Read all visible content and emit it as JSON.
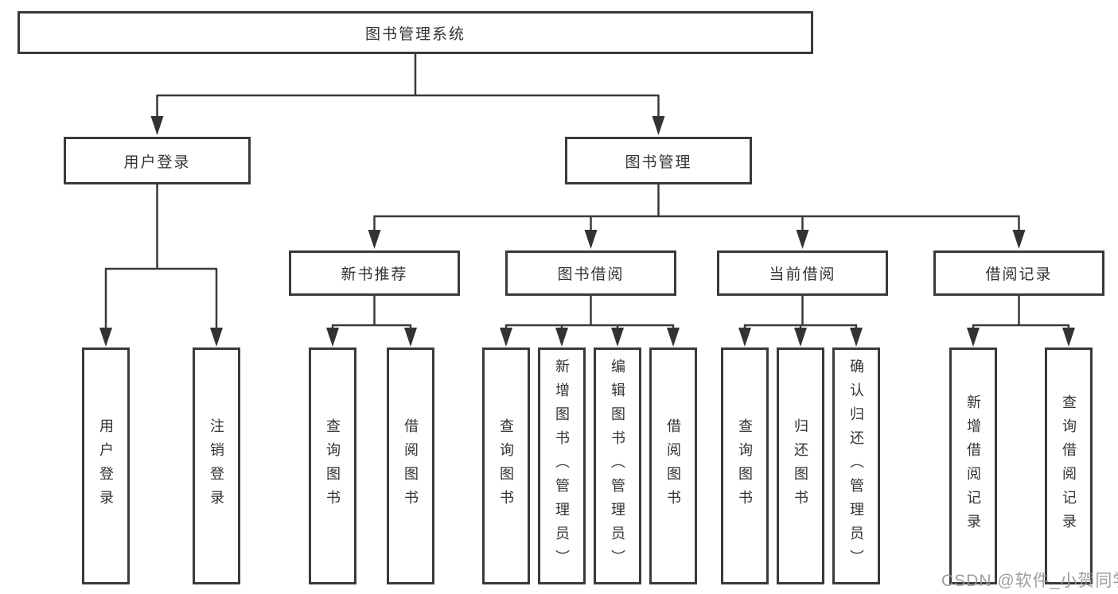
{
  "colors": {
    "background": "#ffffff",
    "line": "#3a3a3a",
    "box_border": "#3a3a3a",
    "text": "#333333",
    "watermark": "#969696"
  },
  "tree": {
    "root": "图书管理系统",
    "branches": [
      {
        "label": "用户登录",
        "children": [
          {
            "label": "用户登录"
          },
          {
            "label": "注销登录"
          }
        ]
      },
      {
        "label": "图书管理",
        "groups": [
          {
            "label": "新书推荐",
            "children": [
              {
                "label": "查询图书"
              },
              {
                "label": "借阅图书"
              }
            ]
          },
          {
            "label": "图书借阅",
            "children": [
              {
                "label": "查询图书"
              },
              {
                "label": "新增图书（管理员）"
              },
              {
                "label": "编辑图书（管理员）"
              },
              {
                "label": "借阅图书"
              }
            ]
          },
          {
            "label": "当前借阅",
            "children": [
              {
                "label": "查询图书"
              },
              {
                "label": "归还图书"
              },
              {
                "label": "确认归还（管理员）"
              }
            ]
          },
          {
            "label": "借阅记录",
            "children": [
              {
                "label": "新增借阅记录"
              },
              {
                "label": "查询借阅记录"
              }
            ]
          }
        ]
      }
    ]
  },
  "watermark": {
    "text": "CSDN @软件_小贺同学"
  }
}
